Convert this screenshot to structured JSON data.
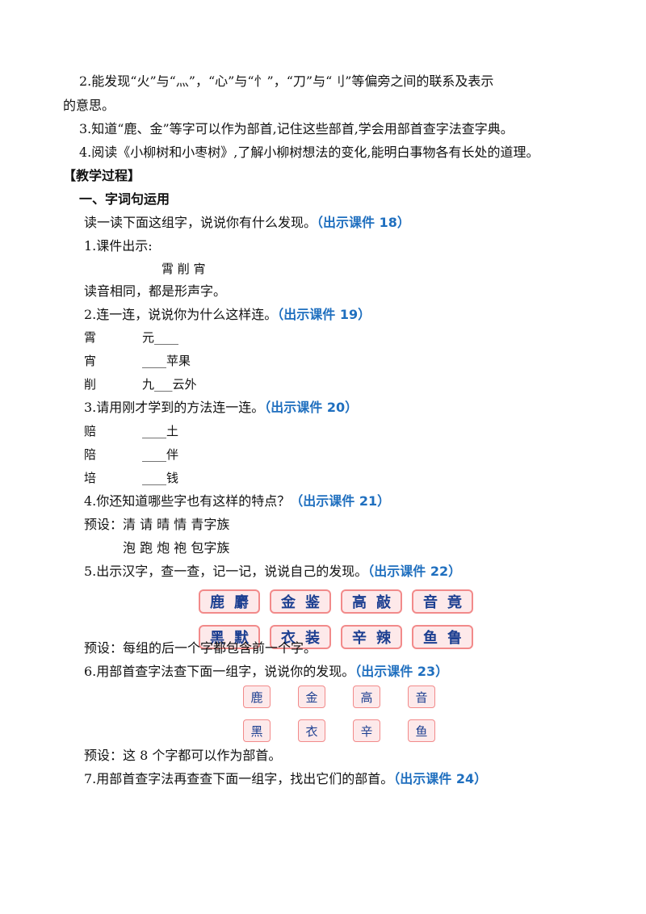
{
  "lines": {
    "goal2a": "2.能发现“火”与“灬”，“心”与“忄”，“刀”与“刂”等偏旁之间的联系及表示",
    "goal2b": "的意思。",
    "goal3": "3.知道“鹿、金”等字可以作为部首,记住这些部首,学会用部首查字法查字典。",
    "goal4": "4.阅读《小柳树和小枣树》,了解小柳树想法的变化,能明白事物各有长处的道理。",
    "section": "【教学过程】",
    "part1": "一、字词句运用",
    "read_text": "读一读下面这组字，说说你有什么发现。",
    "read_cue": "（出示课件 18）",
    "s1": "1.课件出示:",
    "s1_chars": "霄  削  宵",
    "s1_note": "读音相同，都是形声字。",
    "s2_text": "2.连一连，说说你为什么这样连。",
    "s2_cue": "（出示课件 19）",
    "s3_text": "3.请用刚才学到的方法连一连。",
    "s3_cue": "（出示课件 20）",
    "s4_text": "4.你还知道哪些字也有这样的特点？",
    "s4_cue": "（出示课件 21）",
    "s4_preset1": "预设：清  请  晴  情  青字族",
    "s4_preset2": "泡  跑  炮  袍  包字族",
    "s5_text": "5.出示汉字，查一查，记一记，说说自己的发现。",
    "s5_cue": "（出示课件 22）",
    "s5_preset": "预设：每组的后一个字都包含前一个字。",
    "s6_text": "6.用部首查字法查下面一组字，说说你的发现。",
    "s6_cue": "（出示课件 23）",
    "s6_preset": "预设：这 8 个字都可以作为部首。",
    "s7_text": "7.用部首查字法再查查下面一组字，找出它们的部首。",
    "s7_cue": "（出示课件 24）"
  },
  "match1": [
    {
      "left": "霄",
      "right": "元____"
    },
    {
      "left": "宵",
      "right": "____苹果"
    },
    {
      "left": "削",
      "right": "九___云外"
    }
  ],
  "match2": [
    {
      "left": "赔",
      "right": "____土"
    },
    {
      "left": "陪",
      "right": "____伴"
    },
    {
      "left": "培",
      "right": "____钱"
    }
  ],
  "pairs": [
    {
      "a": "鹿",
      "b": "麝"
    },
    {
      "a": "金",
      "b": "鉴"
    },
    {
      "a": "高",
      "b": "敲"
    },
    {
      "a": "音",
      "b": "竟"
    },
    {
      "a": "黑",
      "b": "默"
    },
    {
      "a": "衣",
      "b": "装"
    },
    {
      "a": "辛",
      "b": "辣"
    },
    {
      "a": "鱼",
      "b": "鲁"
    }
  ],
  "radicals": [
    "鹿",
    "金",
    "高",
    "音",
    "黑",
    "衣",
    "辛",
    "鱼"
  ],
  "colors": {
    "cue": "#1f6fbf",
    "box_border": "#f28a8a",
    "box_fill": "#fde9ea",
    "box_text": "#1c3f91"
  }
}
